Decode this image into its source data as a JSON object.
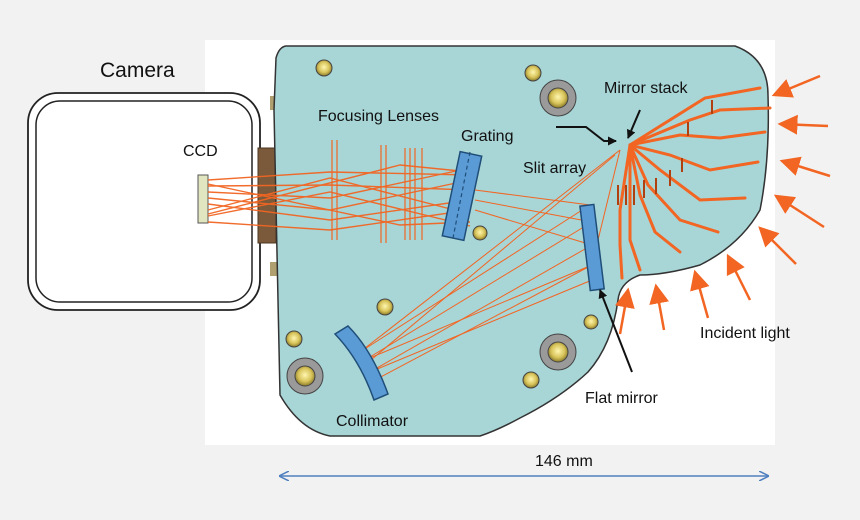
{
  "labels": {
    "camera": "Camera",
    "ccd": "CCD",
    "focusing_lenses": "Focusing Lenses",
    "grating": "Grating",
    "mirror_stack": "Mirror stack",
    "slit_array": "Slit array",
    "flat_mirror": "Flat mirror",
    "collimator": "Collimator",
    "incident_light": "Incident light",
    "dimension": "146 mm"
  },
  "colors": {
    "background": "#f2f2f2",
    "panel": "#ffffff",
    "housing": "#a8d5d6",
    "ray": "#f26522",
    "optic": "#5b9bd5",
    "dimension": "#4f7fbf"
  }
}
